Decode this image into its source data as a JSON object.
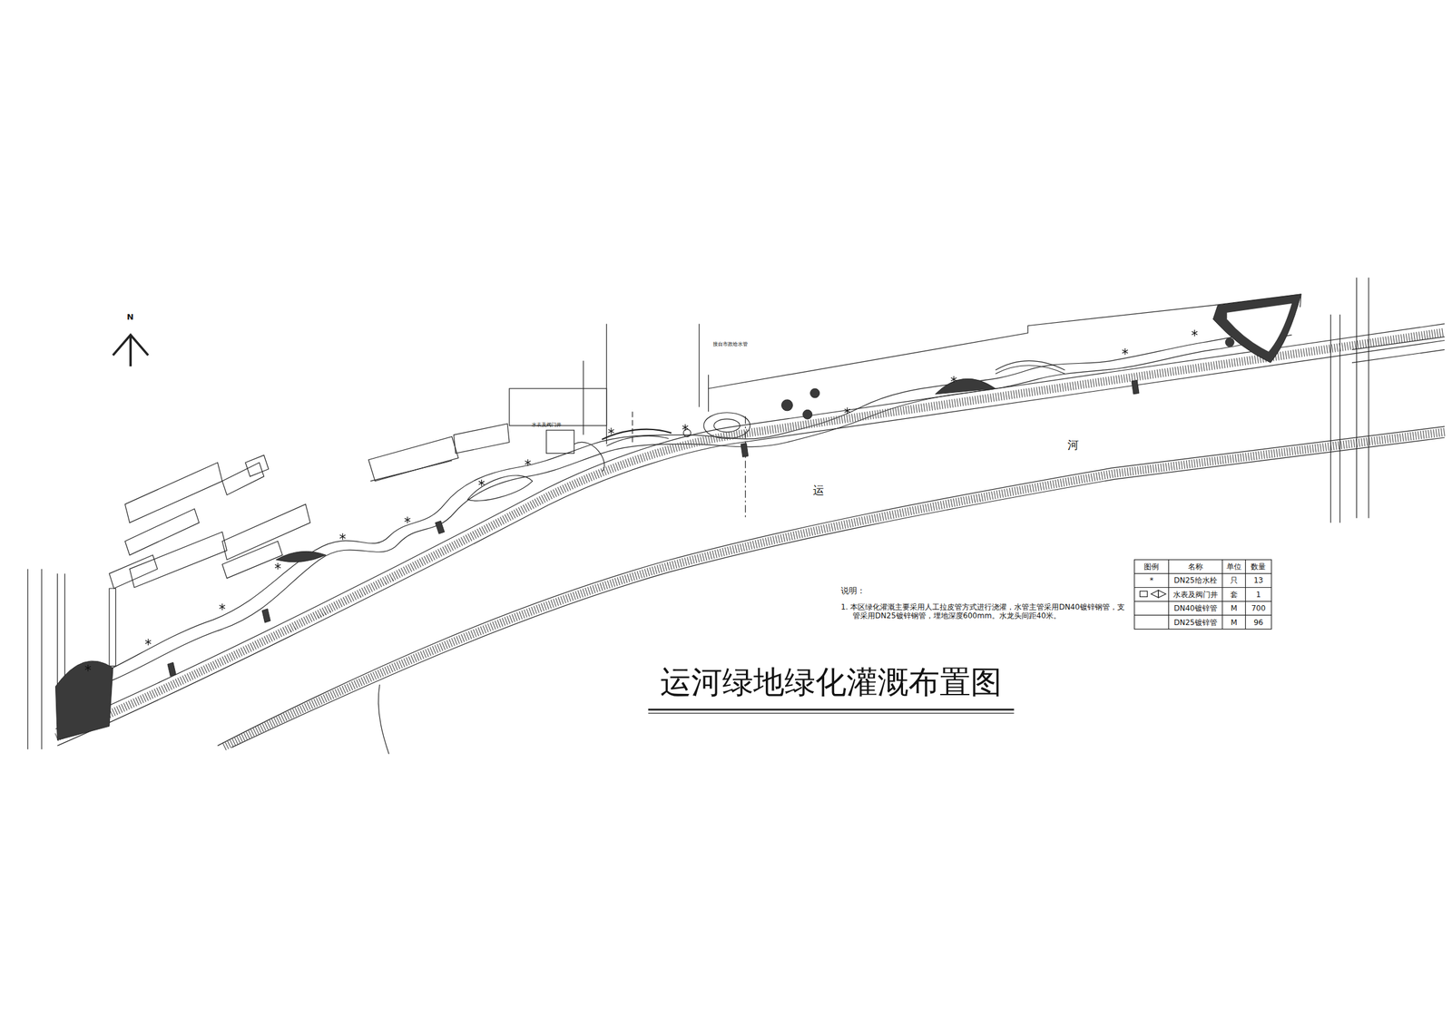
{
  "diagram": {
    "title": "运河绿地绿化灌溉布置图",
    "labels": [
      "N",
      "运",
      "河",
      "接自市政给水管",
      "水表及阀门井",
      "说明：",
      "1. 本区绿化灌溉主要采用人工拉皮管方式进行浇灌，水管主管采用DN40镀锌钢管，支管采用DN25镀锌钢管，埋地深度600mm。水龙头间距40米。",
      "图例",
      "名称",
      "单位",
      "数量",
      "*",
      "DN25给水栓",
      "只",
      "13",
      "水表及阀门井",
      "套",
      "1",
      "DN40镀锌管",
      "M",
      "700",
      "DN25镀锌管",
      "M",
      "96"
    ]
  }
}
